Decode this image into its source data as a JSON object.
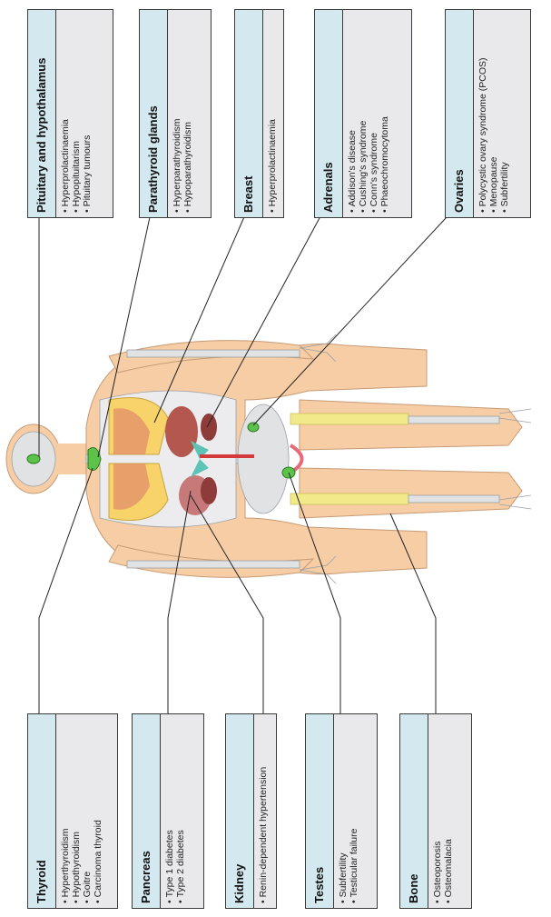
{
  "labels": {
    "pituitary": {
      "title": "Pituitary and hypothalamus",
      "items": [
        "Hyperprolactinaemia",
        "Hypopituitarism",
        "Pituitary tumours"
      ]
    },
    "parathyroid": {
      "title": "Parathyroid glands",
      "items": [
        "Hyperparathyroidism",
        "Hypoparathyroidism"
      ]
    },
    "breast": {
      "title": "Breast",
      "items": [
        "Hyperprolactinaemia"
      ]
    },
    "adrenals": {
      "title": "Adrenals",
      "items": [
        "Addison's disease",
        "Cushing's syndrome",
        "Conn's syndrome",
        "Phaeochromocytoma"
      ]
    },
    "ovaries": {
      "title": "Ovaries",
      "items": [
        "Polycystic ovary syndrome (PCOS)",
        "Menopause",
        "Subfertility"
      ]
    },
    "thyroid": {
      "title": "Thyroid",
      "items": [
        "Hyperthyroidism",
        "Hypothyroidism",
        "Goitre",
        "Carcinoma thyroid"
      ]
    },
    "pancreas": {
      "title": "Pancreas",
      "items": [
        "Type 1 diabetes",
        "Type 2 diabetes"
      ]
    },
    "kidney": {
      "title": "Kidney",
      "items": [
        "Renin-dependent hypertension"
      ]
    },
    "testes": {
      "title": "Testes",
      "items": [
        "Subfertility",
        "Testicular failure"
      ]
    },
    "bone": {
      "title": "Bone",
      "items": [
        "Osteoporosis",
        "Osteomalacia"
      ]
    }
  },
  "colors": {
    "header": "#d3e8ef",
    "box": "#e9e9ec",
    "skin": "#f7cda5",
    "bone": "#f2e98a",
    "gland": "#5cc24a",
    "lung": "#f7d36a"
  }
}
